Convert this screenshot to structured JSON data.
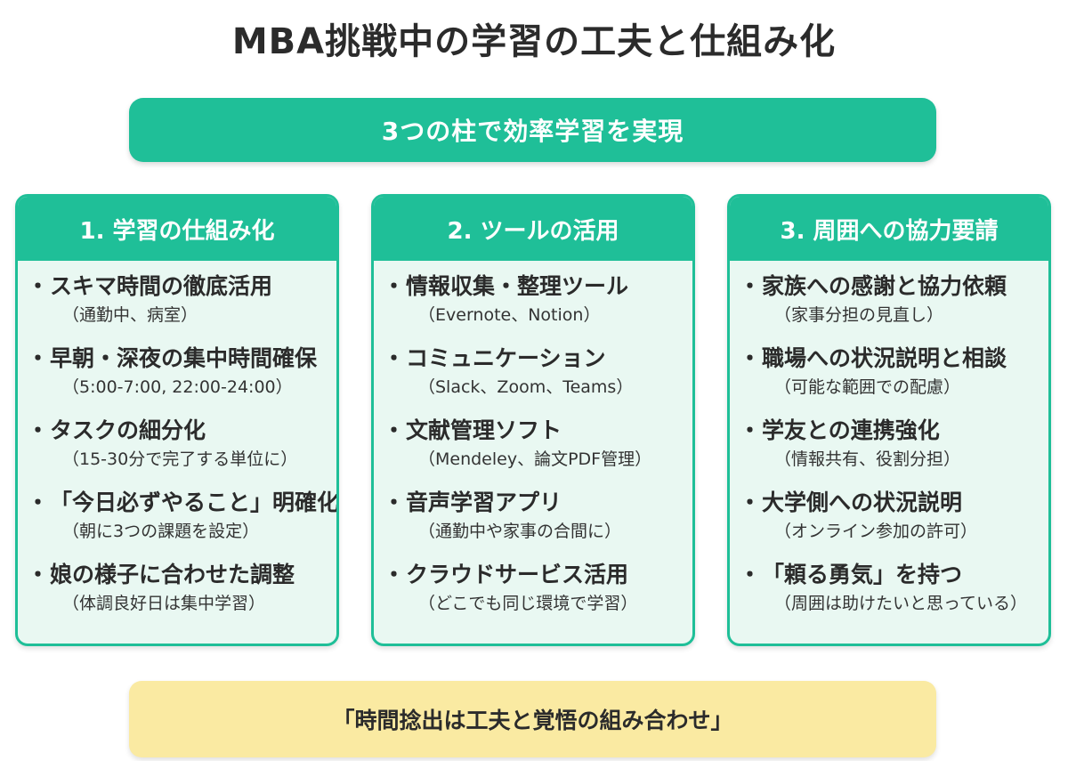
{
  "title": "MBA挑戦中の学習の工夫と仕組み化",
  "banner": "3つの柱で効率学習を実現",
  "bullet": "・",
  "pillars": [
    {
      "header": "1. 学習の仕組み化",
      "items": [
        {
          "text": "スキマ時間の徹底活用",
          "sub": "（通勤中、病室）"
        },
        {
          "text": "早朝・深夜の集中時間確保",
          "sub": "（5:00-7:00, 22:00-24:00）"
        },
        {
          "text": "タスクの細分化",
          "sub": "（15-30分で完了する単位に）"
        },
        {
          "text": "「今日必ずやること」明確化",
          "sub": "（朝に3つの課題を設定）"
        },
        {
          "text": "娘の様子に合わせた調整",
          "sub": "（体調良好日は集中学習）"
        }
      ]
    },
    {
      "header": "2. ツールの活用",
      "items": [
        {
          "text": "情報収集・整理ツール",
          "sub": "（Evernote、Notion）"
        },
        {
          "text": "コミュニケーション",
          "sub": "（Slack、Zoom、Teams）"
        },
        {
          "text": "文献管理ソフト",
          "sub": "（Mendeley、論文PDF管理）"
        },
        {
          "text": "音声学習アプリ",
          "sub": "（通勤中や家事の合間に）"
        },
        {
          "text": "クラウドサービス活用",
          "sub": "（どこでも同じ環境で学習）"
        }
      ]
    },
    {
      "header": "3. 周囲への協力要請",
      "items": [
        {
          "text": "家族への感謝と協力依頼",
          "sub": "（家事分担の見直し）"
        },
        {
          "text": "職場への状況説明と相談",
          "sub": "（可能な範囲での配慮）"
        },
        {
          "text": "学友との連携強化",
          "sub": "（情報共有、役割分担）"
        },
        {
          "text": "大学側への状況説明",
          "sub": "（オンライン参加の許可）"
        },
        {
          "text": "「頼る勇気」を持つ",
          "sub": "（周囲は助けたいと思っている）"
        }
      ]
    }
  ],
  "quote": "「時間捻出は工夫と覚悟の組み合わせ」",
  "colors": {
    "accent": "#1fbf98",
    "panel_bg": "#e9f8f2",
    "quote_bg": "#faeaa2",
    "text": "#2b2b2b"
  }
}
